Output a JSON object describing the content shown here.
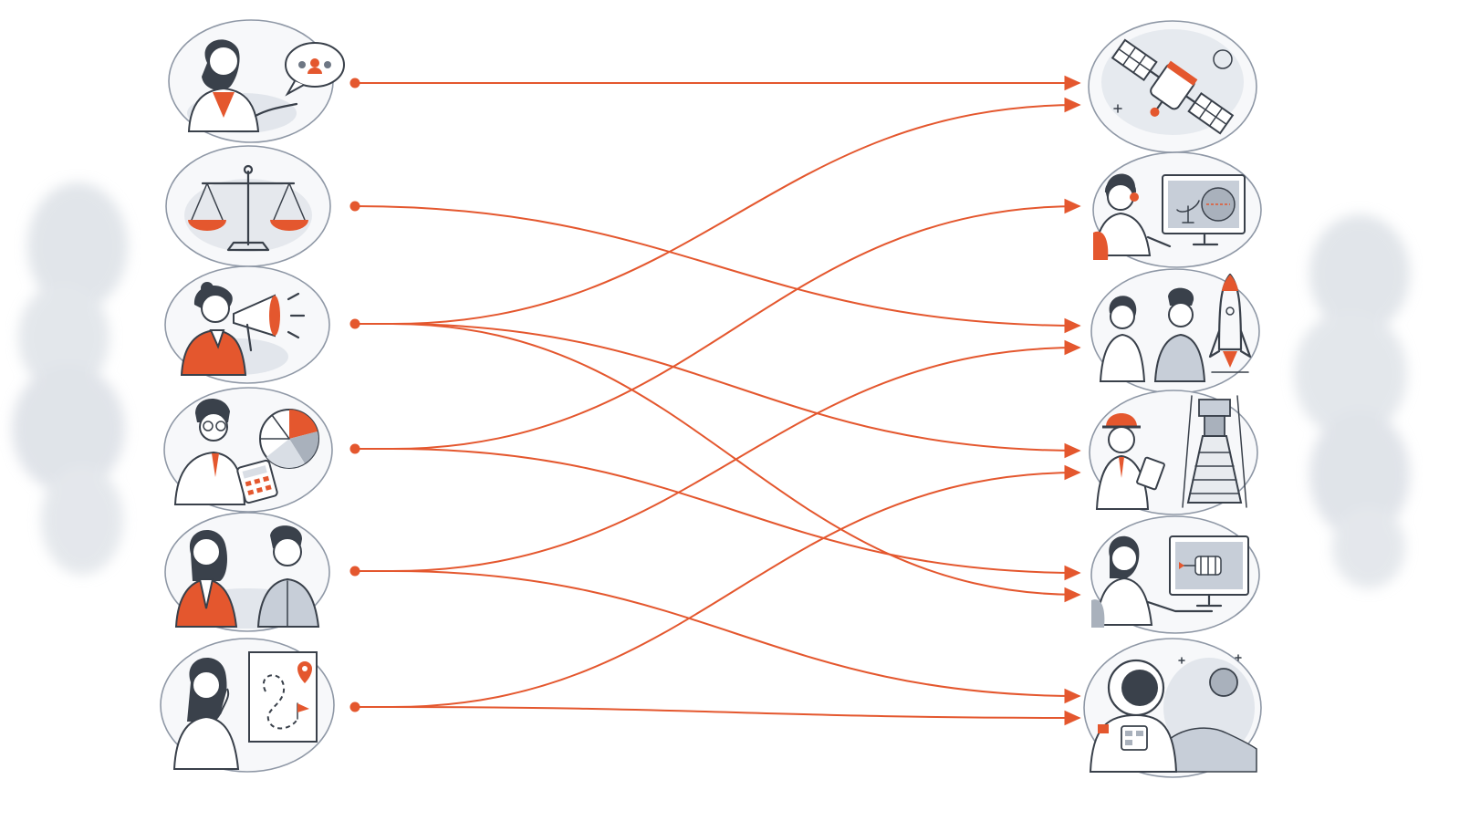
{
  "colors": {
    "accent": "#e4572e",
    "ink": "#39404a",
    "wash": "#d9dee5",
    "ring": "#8f98a6"
  },
  "left_nodes": [
    {
      "id": "L1",
      "icon": "team-lead-speech-icon"
    },
    {
      "id": "L2",
      "icon": "balance-scale-icon"
    },
    {
      "id": "L3",
      "icon": "megaphone-speaker-icon"
    },
    {
      "id": "L4",
      "icon": "analyst-calculator-piechart-icon"
    },
    {
      "id": "L5",
      "icon": "two-colleagues-icon"
    },
    {
      "id": "L6",
      "icon": "planner-route-map-icon"
    }
  ],
  "right_nodes": [
    {
      "id": "R1",
      "icon": "satellite-icon"
    },
    {
      "id": "R2",
      "icon": "operator-monitor-radar-icon"
    },
    {
      "id": "R3",
      "icon": "engineers-rocket-icon"
    },
    {
      "id": "R4",
      "icon": "hardhat-engineer-engine-icon"
    },
    {
      "id": "R5",
      "icon": "designer-cad-screen-icon"
    },
    {
      "id": "R6",
      "icon": "astronaut-moon-icon"
    }
  ],
  "connections": [
    {
      "from": "L1",
      "to": "R1",
      "slot": 0
    },
    {
      "from": "L2",
      "to": "R3",
      "slot": 0
    },
    {
      "from": "L3",
      "to": "R1",
      "slot": 1
    },
    {
      "from": "L3",
      "to": "R4",
      "slot": 0
    },
    {
      "from": "L3",
      "to": "R5",
      "slot": 1
    },
    {
      "from": "L4",
      "to": "R2",
      "slot": 0
    },
    {
      "from": "L4",
      "to": "R5",
      "slot": 0
    },
    {
      "from": "L5",
      "to": "R3",
      "slot": 1
    },
    {
      "from": "L5",
      "to": "R6",
      "slot": 0
    },
    {
      "from": "L6",
      "to": "R4",
      "slot": 1
    },
    {
      "from": "L6",
      "to": "R6",
      "slot": 1
    }
  ]
}
